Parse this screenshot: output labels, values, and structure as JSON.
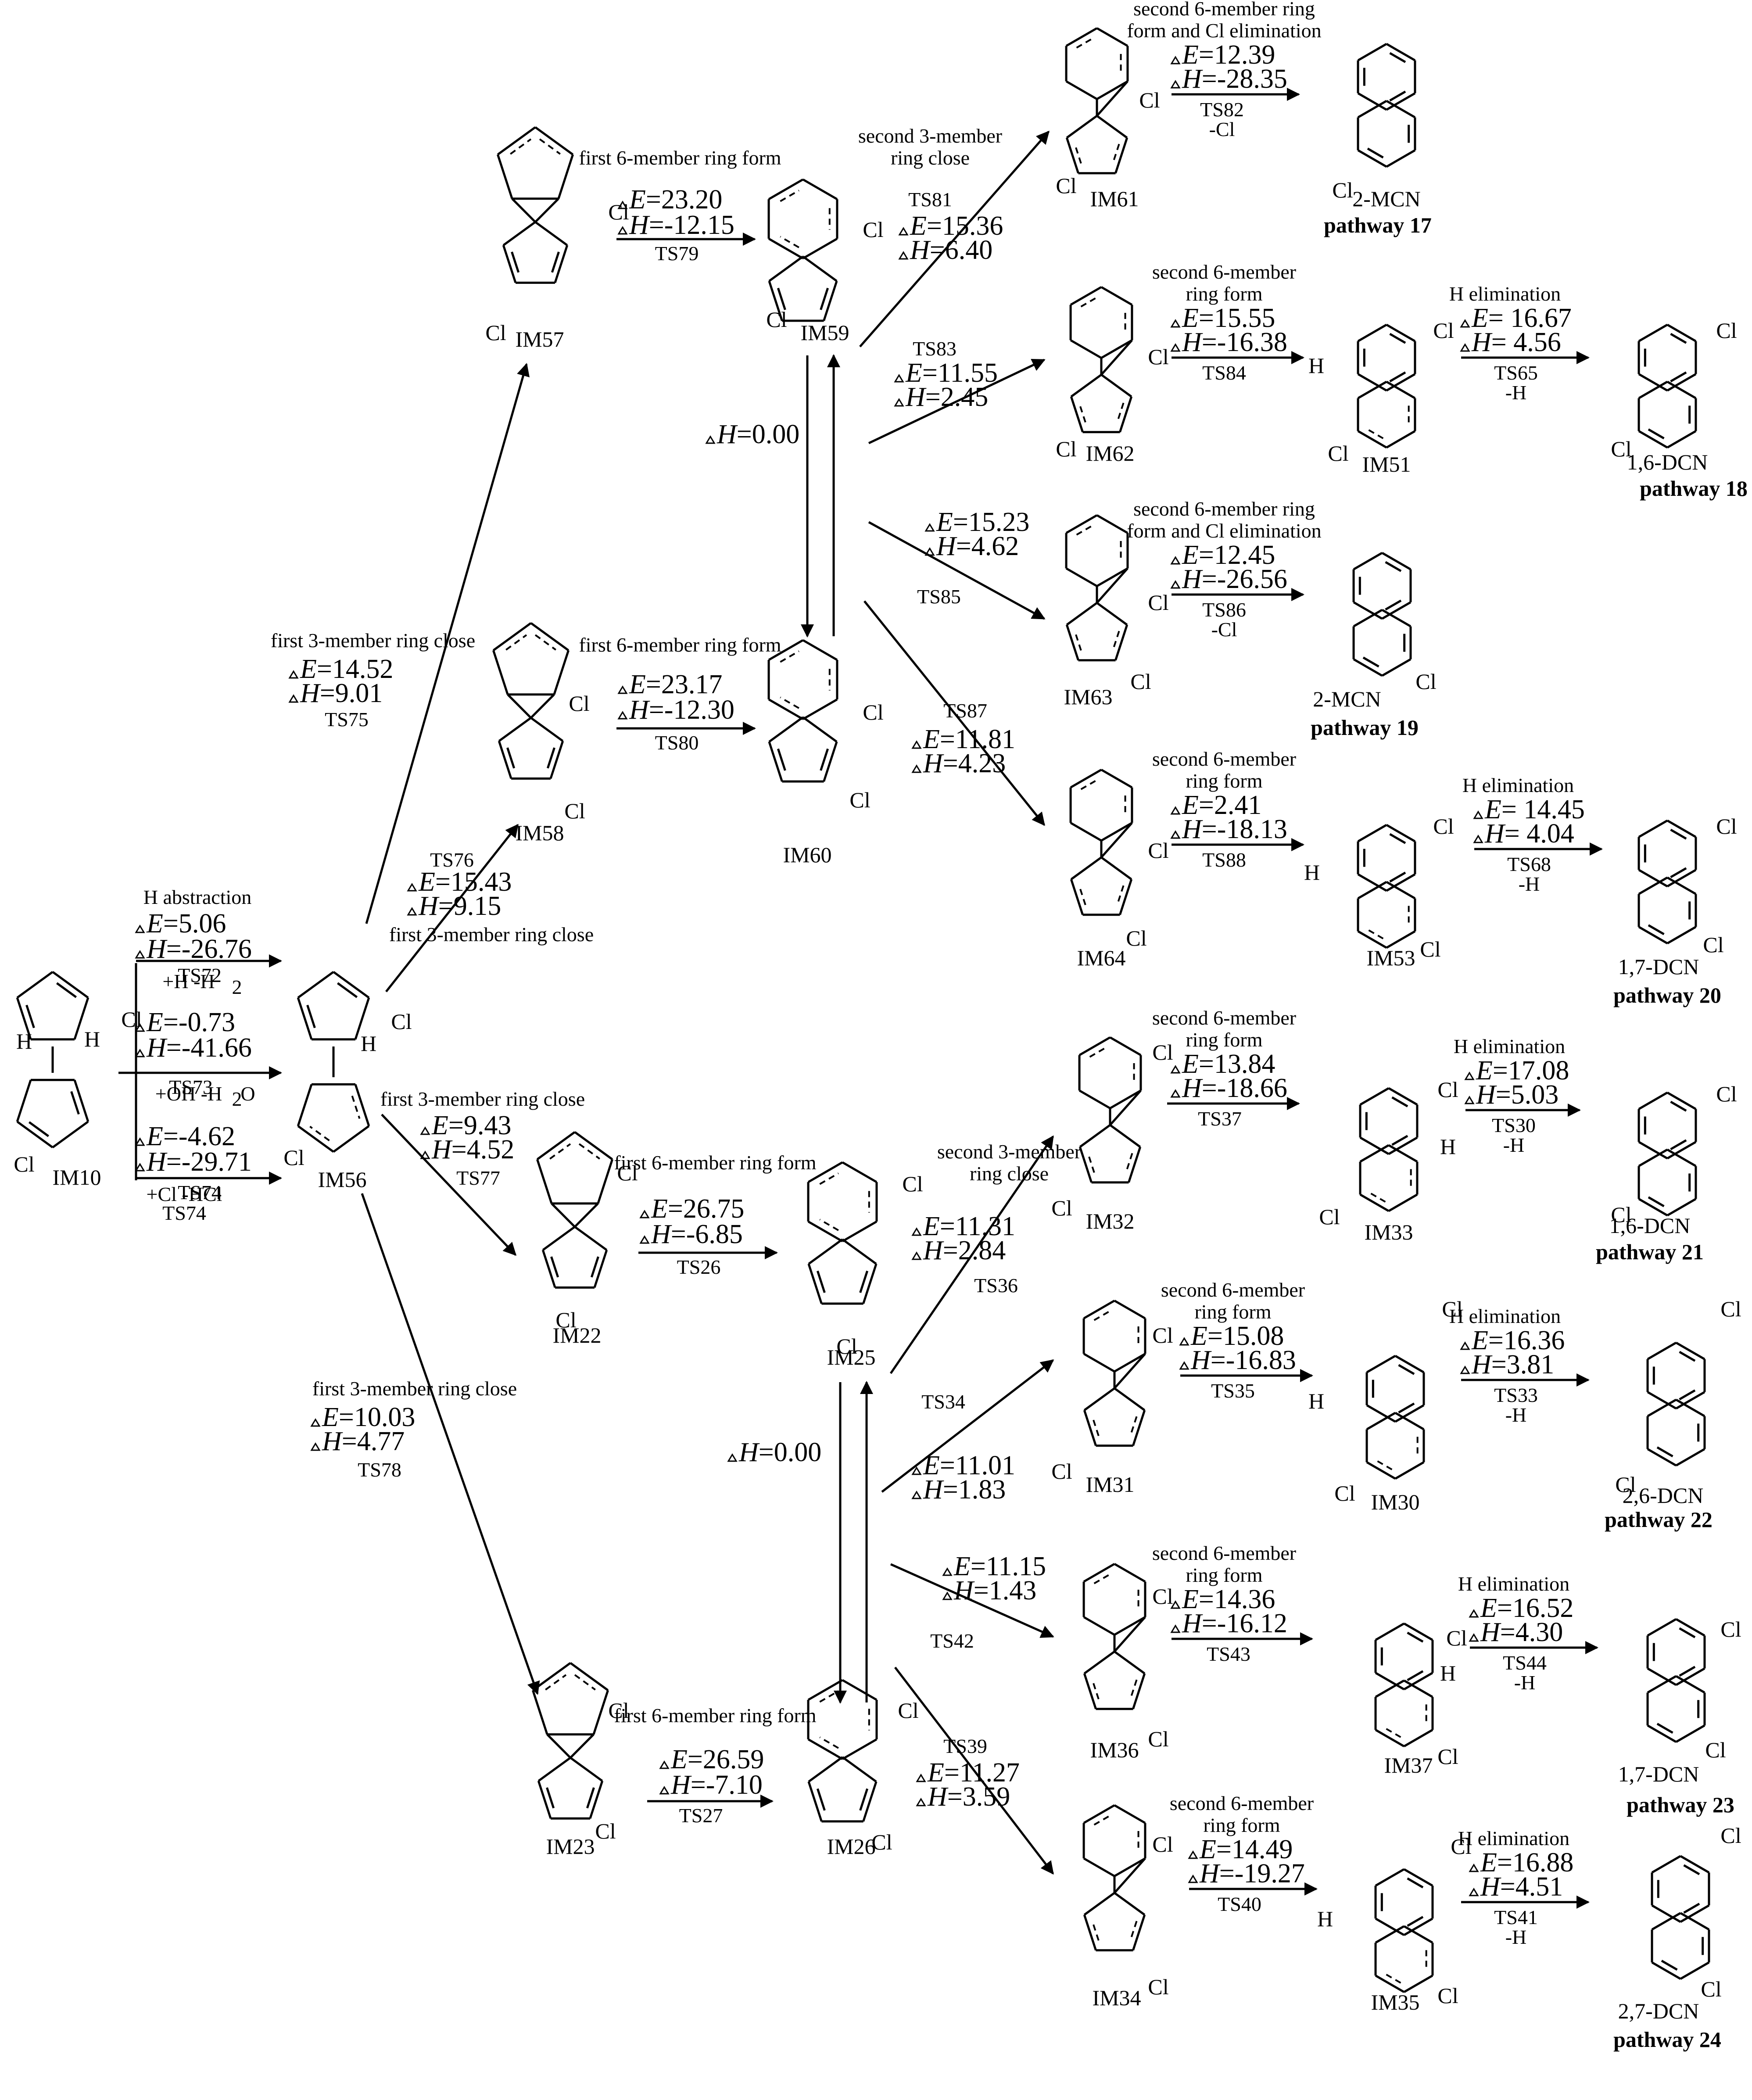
{
  "species": {
    "IM10": "IM10",
    "IM56": "IM56",
    "IM57": "IM57",
    "IM58": "IM58",
    "IM22": "IM22",
    "IM23": "IM23",
    "IM59": "IM59",
    "IM60": "IM60",
    "IM25": "IM25",
    "IM26": "IM26",
    "IM61": "IM61",
    "IM62": "IM62",
    "IM63": "IM63",
    "IM64": "IM64",
    "IM32": "IM32",
    "IM31": "IM31",
    "IM36": "IM36",
    "IM34": "IM34",
    "IM51": "IM51",
    "IM53": "IM53",
    "IM33": "IM33",
    "IM30": "IM30",
    "IM37": "IM37",
    "IM35": "IM35"
  },
  "atoms": {
    "Cl": "Cl",
    "H": "H"
  },
  "products": {
    "p17": "2-MCN",
    "p18": "1,6-DCN",
    "p19": "2-MCN",
    "p20": "1,7-DCN",
    "p21": "1,6-DCN",
    "p22": "2,6-DCN",
    "p23": "1,7-DCN",
    "p24": "2,7-DCN"
  },
  "pathways": {
    "p17": "pathway 17",
    "p18": "pathway 18",
    "p19": "pathway 19",
    "p20": "pathway 20",
    "p21": "pathway 21",
    "p22": "pathway 22",
    "p23": "pathway 23",
    "p24": "pathway 24"
  },
  "steps": {
    "habs": {
      "desc": "H abstraction"
    },
    "ts72": {
      "E": "5.06",
      "H": "-26.76",
      "reagent": "+H   -H",
      "sub": "2",
      "ts": "TS72"
    },
    "ts73": {
      "E": "-0.73",
      "H": "-41.66",
      "reagent": "+OH  -H",
      "sub": "2",
      "tail": "O",
      "ts": "TS73"
    },
    "ts74": {
      "E": "-4.62",
      "H": "-29.71",
      "reagent": "+Cl -HCl",
      "ts": "TS74"
    },
    "ts75": {
      "desc": "first 3-member ring close",
      "E": "14.52",
      "H": "9.01",
      "ts": "TS75"
    },
    "ts76": {
      "desc": "first 3-member ring close",
      "E": "15.43",
      "H": "9.15",
      "ts": "TS76"
    },
    "ts77": {
      "desc": "first 3-member ring close",
      "E": "9.43",
      "H": "4.52",
      "ts": "TS77"
    },
    "ts78": {
      "desc": "first 3-member ring close",
      "E": "10.03",
      "H": "4.77",
      "ts": "TS78"
    },
    "ts79": {
      "desc": "first 6-member ring form",
      "E": "23.20",
      "H": "-12.15",
      "ts": "TS79"
    },
    "ts80": {
      "desc": "first 6-member ring form",
      "E": "23.17",
      "H": "-12.30",
      "ts": "TS80"
    },
    "ts26": {
      "desc": "first 6-member ring form",
      "E": "26.75",
      "H": "-6.85",
      "ts": "TS26"
    },
    "ts27": {
      "desc": "first 6-member ring form",
      "E": "26.59",
      "H": "-7.10",
      "ts": "TS27"
    },
    "eq1": {
      "H": "0.00"
    },
    "eq2": {
      "H": "0.00"
    },
    "ts81": {
      "desc1": "second 3-member",
      "desc2": "ring close",
      "E": "15.36",
      "H": "6.40",
      "ts": "TS81"
    },
    "ts83": {
      "E": "11.55",
      "H": "2.45",
      "ts": "TS83"
    },
    "ts85": {
      "E": "15.23",
      "H": "4.62",
      "ts": "TS85"
    },
    "ts87": {
      "E": "11.81",
      "H": "4.23",
      "ts": "TS87"
    },
    "ts36": {
      "desc1": "second 3-member",
      "desc2": "ring close",
      "E": "11.31",
      "H": "2.84",
      "ts": "TS36"
    },
    "ts34": {
      "E": "11.01",
      "H": "1.83",
      "ts": "TS34"
    },
    "ts42": {
      "E": "11.15",
      "H": "1.43",
      "ts": "TS42"
    },
    "ts39": {
      "E": "11.27",
      "H": "3.59",
      "ts": "TS39"
    },
    "ts82": {
      "desc1": "second 6-member ring",
      "desc2": "form and Cl elimination",
      "E": "12.39",
      "H": "-28.35",
      "ts": "TS82",
      "loss": "-Cl"
    },
    "ts84": {
      "desc1": "second 6-member",
      "desc2": "ring form",
      "E": "15.55",
      "H": "-16.38",
      "ts": "TS84"
    },
    "ts86": {
      "desc1": "second 6-member ring",
      "desc2": "form and Cl elimination",
      "E": "12.45",
      "H": "-26.56",
      "ts": "TS86",
      "loss": "-Cl"
    },
    "ts88": {
      "desc1": "second 6-member",
      "desc2": "ring form",
      "E": "2.41",
      "H": "-18.13",
      "ts": "TS88"
    },
    "ts37": {
      "desc1": "second 6-member",
      "desc2": "ring form",
      "E": "13.84",
      "H": "-18.66",
      "ts": "TS37"
    },
    "ts35": {
      "desc1": "second 6-member",
      "desc2": "ring form",
      "E": "15.08",
      "H": "-16.83",
      "ts": "TS35"
    },
    "ts43": {
      "desc1": "second 6-member",
      "desc2": "ring form",
      "E": "14.36",
      "H": "-16.12",
      "ts": "TS43"
    },
    "ts40": {
      "desc1": "second 6-member",
      "desc2": "ring form",
      "E": "14.49",
      "H": "-19.27",
      "ts": "TS40"
    },
    "ts65": {
      "desc": "H elimination",
      "E": " 16.67",
      "H": " 4.56",
      "ts": "TS65",
      "loss": "-H"
    },
    "ts68": {
      "desc": "H elimination",
      "E": " 14.45",
      "H": " 4.04",
      "ts": "TS68",
      "loss": "-H"
    },
    "ts30": {
      "desc": "H elimination",
      "E": "17.08",
      "H": "5.03",
      "ts": "TS30",
      "loss": "-H"
    },
    "ts33": {
      "desc": "H elimination",
      "E": "16.36",
      "H": "3.81",
      "ts": "TS33",
      "loss": "-H"
    },
    "ts44": {
      "desc": "H elimination",
      "E": "16.52",
      "H": "4.30",
      "ts": "TS44",
      "loss": "-H"
    },
    "ts41": {
      "desc": "H elimination",
      "E": "16.88",
      "H": "4.51",
      "ts": "TS41",
      "loss": "-H"
    }
  }
}
